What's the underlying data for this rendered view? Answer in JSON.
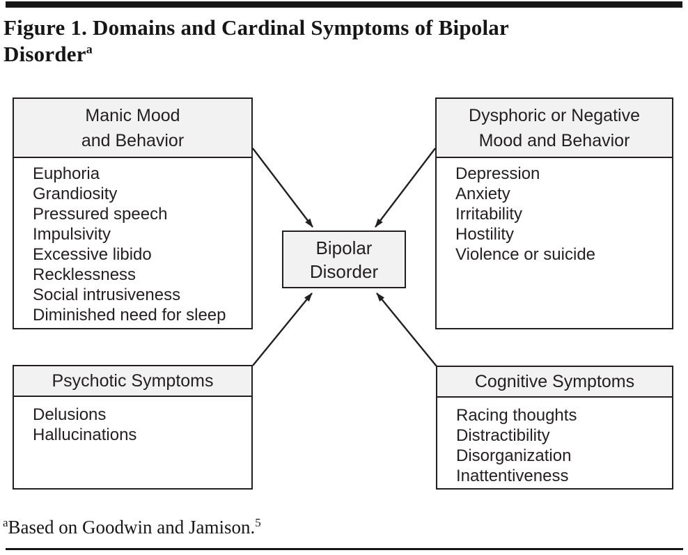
{
  "figure_title": {
    "line1": "Figure 1. Domains and Cardinal Symptoms of Bipolar",
    "line2": "Disorder",
    "marker": "a"
  },
  "center_box": {
    "lines": [
      "Bipolar",
      "Disorder"
    ]
  },
  "boxes": {
    "manic": {
      "title_lines": [
        "Manic Mood",
        "and Behavior"
      ],
      "items": [
        "Euphoria",
        "Grandiosity",
        "Pressured speech",
        "Impulsivity",
        "Excessive libido",
        "Recklessness",
        "Social intrusiveness",
        "Diminished need for sleep"
      ]
    },
    "dysphoric": {
      "title_lines": [
        "Dysphoric or Negative",
        "Mood and Behavior"
      ],
      "items": [
        "Depression",
        "Anxiety",
        "Irritability",
        "Hostility",
        "Violence or suicide"
      ]
    },
    "psychotic": {
      "title_lines": [
        "Psychotic Symptoms"
      ],
      "items": [
        "Delusions",
        "Hallucinations"
      ]
    },
    "cognitive": {
      "title_lines": [
        "Cognitive Symptoms"
      ],
      "items": [
        "Racing thoughts",
        "Distractibility",
        "Disorganization",
        "Inattentiveness"
      ]
    }
  },
  "arrows": [
    {
      "from": "Manic Mood and Behavior",
      "to": "Bipolar Disorder"
    },
    {
      "from": "Dysphoric or Negative Mood and Behavior",
      "to": "Bipolar Disorder"
    },
    {
      "from": "Psychotic Symptoms",
      "to": "Bipolar Disorder"
    },
    {
      "from": "Cognitive Symptoms",
      "to": "Bipolar Disorder"
    }
  ],
  "footnote": {
    "marker": "a",
    "text": "Based on Goodwin and Jamison.",
    "ref": "5"
  },
  "colors": {
    "ink": "#231f20",
    "fill": "#f2f2f2",
    "bar": "#161616"
  }
}
